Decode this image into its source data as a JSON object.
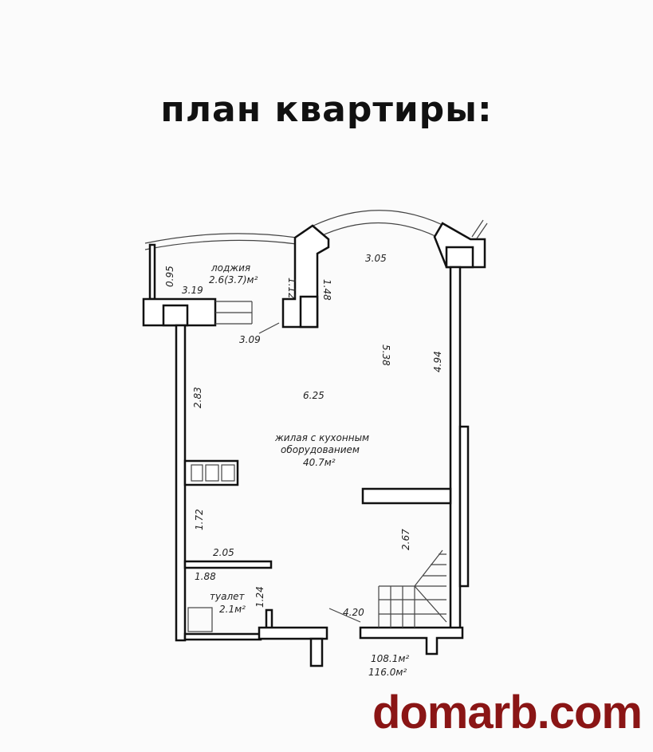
{
  "title": "план квартиры:",
  "logo": "domarb.com",
  "colors": {
    "logo": "#8a1515",
    "lines": "#111111"
  },
  "rooms": {
    "loggia": {
      "name": "лоджия",
      "area": "2.6(3.7)м²"
    },
    "living": {
      "name_line1": "жилая с кухонным",
      "name_line2": "оборудованием",
      "area": "40.7м²"
    },
    "toilet": {
      "name": "туалет",
      "area": "2.1м²"
    }
  },
  "dimensions": {
    "d095": "0.95",
    "d319": "3.19",
    "d112": "1.12",
    "d148": "1.48",
    "d309": "3.09",
    "d305": "3.05",
    "d538": "5.38",
    "d494": "4.94",
    "d283": "2.83",
    "d625": "6.25",
    "d172": "1.72",
    "d205": "2.05",
    "d188": "1.88",
    "d124": "1.24",
    "d267": "2.67",
    "d420": "4.20"
  },
  "totals": {
    "living_area": "108.1м²",
    "total_area": "116.0м²"
  }
}
